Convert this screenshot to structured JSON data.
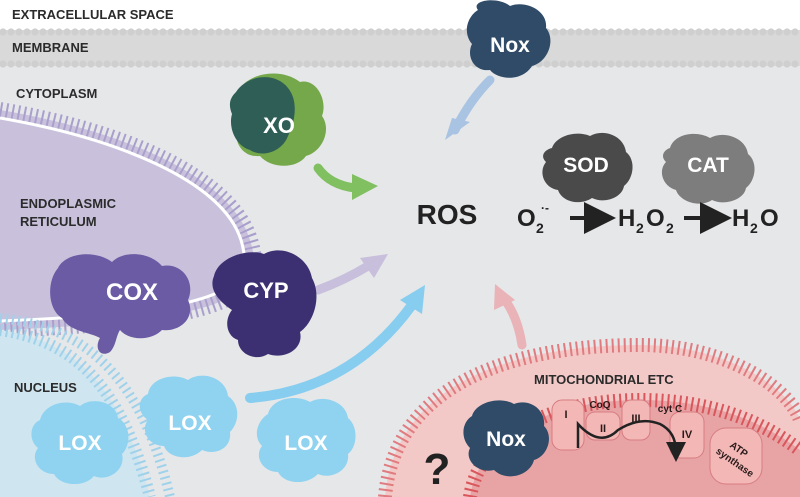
{
  "regions": {
    "extracellular": "EXTRACELLULAR SPACE",
    "membrane": "MEMBRANE",
    "cytoplasm": "CYTOPLASM",
    "er_line1": "ENDOPLASMIC",
    "er_line2": "RETICULUM",
    "nucleus": "NUCLEUS",
    "mito": "MITOCHONDRIAL ETC"
  },
  "enzymes": {
    "nox_top": "Nox",
    "xo": "XO",
    "cox": "COX",
    "cyp": "CYP",
    "lox": [
      "LOX",
      "LOX",
      "LOX"
    ],
    "sod": "SOD",
    "cat": "CAT",
    "nox_mito": "Nox"
  },
  "center": {
    "ros": "ROS",
    "o2": "O",
    "o2_sub": "2",
    "o2_sup": "·-",
    "h2o2_a": "H",
    "h2o2_sub1": "2",
    "h2o2_b": "O",
    "h2o2_sub2": "2",
    "h2o_a": "H",
    "h2o_sub": "2",
    "h2o_b": "O"
  },
  "etc": {
    "complex1": "I",
    "complex2": "II",
    "complex3": "III",
    "complex4": "IV",
    "coq": "CoQ",
    "cytc": "cyt C",
    "atp_line1": "ATP",
    "atp_line2": "synthase"
  },
  "unknown_mark": "?",
  "colors": {
    "background": "#e6e7e9",
    "membrane": "#d7d7d7",
    "er_fill": "#c9c1dc",
    "er_bead": "#9b8fc2",
    "nucleus_fill": "#cbe3ef",
    "nucleus_bead": "#8ecae6",
    "mito_outer": "#f4c9c9",
    "mito_inner": "#eaa0a2",
    "mito_bead": "#d9575c",
    "nox": "#2f4b68",
    "xo_dark": "#2e5e55",
    "xo_light": "#74a84a",
    "cox": "#6a5ba4",
    "cyp": "#3d3072",
    "lox": "#8fd3f0",
    "sod": "#4a4a4a",
    "cat": "#7d7d7d",
    "etc_complex": "#f3b7b6",
    "arrow_blue": "#a9c3e3",
    "arrow_green": "#80c060",
    "arrow_purple": "#c7bfdc",
    "arrow_cyan": "#87cdef",
    "arrow_pink": "#e9b3b7"
  }
}
